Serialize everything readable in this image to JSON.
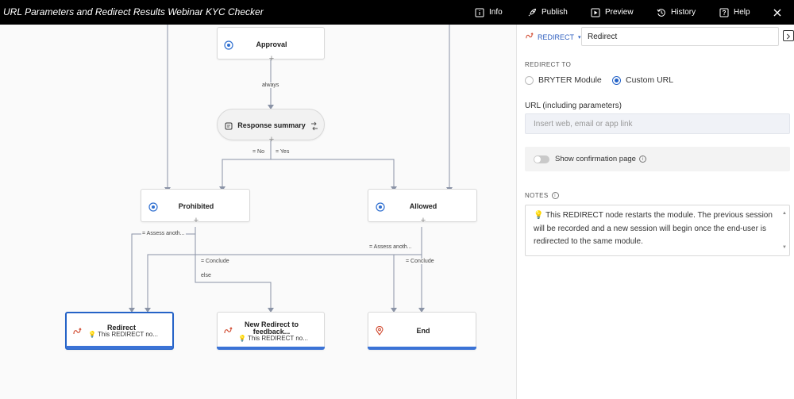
{
  "topbar": {
    "title": "URL Parameters and Redirect Results Webinar KYC Checker",
    "items": [
      {
        "label": "Info",
        "icon": "info-icon"
      },
      {
        "label": "Publish",
        "icon": "rocket-icon"
      },
      {
        "label": "Preview",
        "icon": "play-icon"
      },
      {
        "label": "History",
        "icon": "history-icon"
      },
      {
        "label": "Help",
        "icon": "help-icon"
      }
    ],
    "close_icon": "close-icon"
  },
  "flow": {
    "nodes": {
      "approval": {
        "label": "Approval",
        "icon": "target-icon"
      },
      "response_summary": {
        "label": "Response summary",
        "icon": "document-icon"
      },
      "prohibited": {
        "label": "Prohibited",
        "icon": "target-icon"
      },
      "allowed": {
        "label": "Allowed",
        "icon": "target-icon"
      },
      "redirect": {
        "label": "Redirect",
        "sub": "This REDIRECT no...",
        "icon": "redirect-icon"
      },
      "new_redirect": {
        "label": "New Redirect to feedback...",
        "sub": "This REDIRECT no...",
        "icon": "redirect-icon"
      },
      "end": {
        "label": "End",
        "icon": "pin-icon"
      }
    },
    "edges": {
      "always": "always",
      "no": "= No",
      "yes": "= Yes",
      "assess_left": "= Assess anoth...",
      "assess_right": "= Assess anoth...",
      "conclude_left": "= Conclude",
      "conclude_right": "= Conclude",
      "else": "else"
    }
  },
  "panel": {
    "type_label": "REDIRECT",
    "name_value": "Redirect",
    "redirect_to_title": "REDIRECT TO",
    "options": [
      {
        "label": "BRYTER Module",
        "selected": false
      },
      {
        "label": "Custom URL",
        "selected": true
      }
    ],
    "url_label": "URL (including parameters)",
    "url_placeholder": "Insert web, email or app link",
    "confirmation_label": "Show confirmation page",
    "confirmation_on": false,
    "notes_title": "NOTES",
    "notes_text": "This REDIRECT node restarts the module. The previous session will be recorded and a new session will begin once the end-user is redirected to the same module."
  },
  "colors": {
    "accent": "#2563c7",
    "topbar": "#000000",
    "node_bar": "#3b73d6",
    "redirect_icon": "#d0452a"
  }
}
